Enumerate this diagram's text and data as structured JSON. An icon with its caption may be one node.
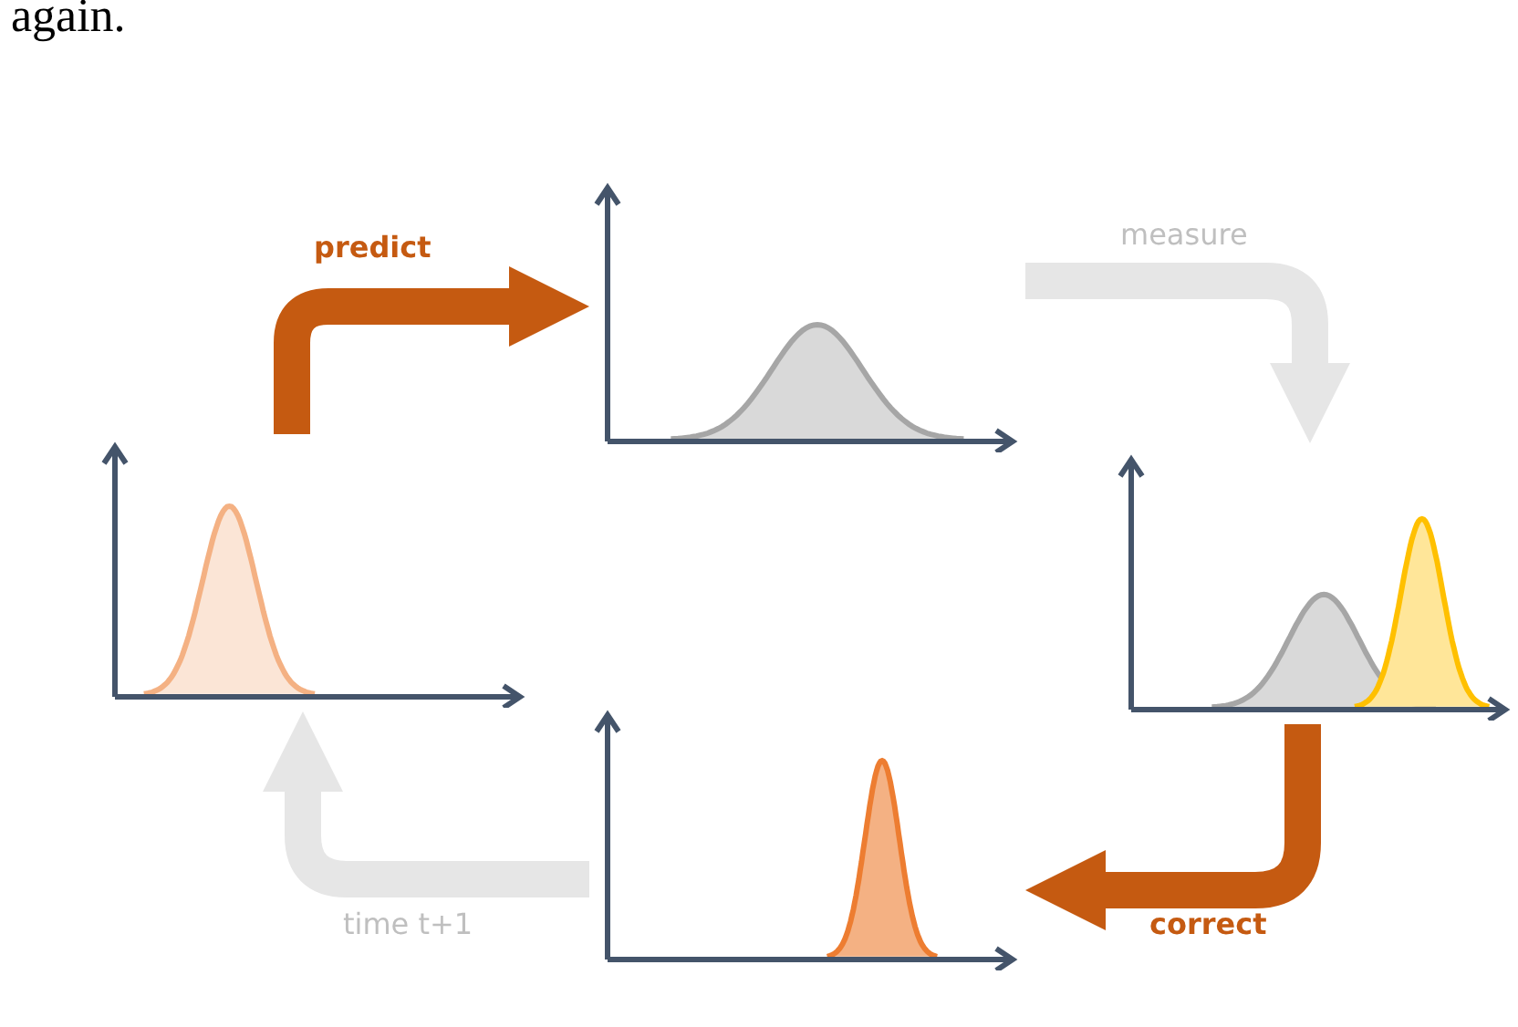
{
  "diagram": {
    "nodes": [
      {
        "text": [],
        "shape": "picture"
      },
      {
        "text": [],
        "shape": "picture"
      },
      {
        "text": [],
        "shape": "picture"
      },
      {
        "text": [],
        "shape": "picture"
      }
    ],
    "edges": [
      {
        "from": 0,
        "to": 1,
        "arrow": "to",
        "label": "predict",
        "color": "#c55a11"
      },
      {
        "from": 1,
        "to": 2,
        "arrow": "to",
        "label": "measure",
        "color": "#e6e6e6"
      },
      {
        "from": 2,
        "to": 3,
        "arrow": "to",
        "label": "correct",
        "color": "#c55a11"
      },
      {
        "from": 3,
        "to": 0,
        "arrow": "to",
        "label": "time t+1",
        "color": "#e6e6e6"
      }
    ],
    "labels": [
      "again."
    ]
  }
}
